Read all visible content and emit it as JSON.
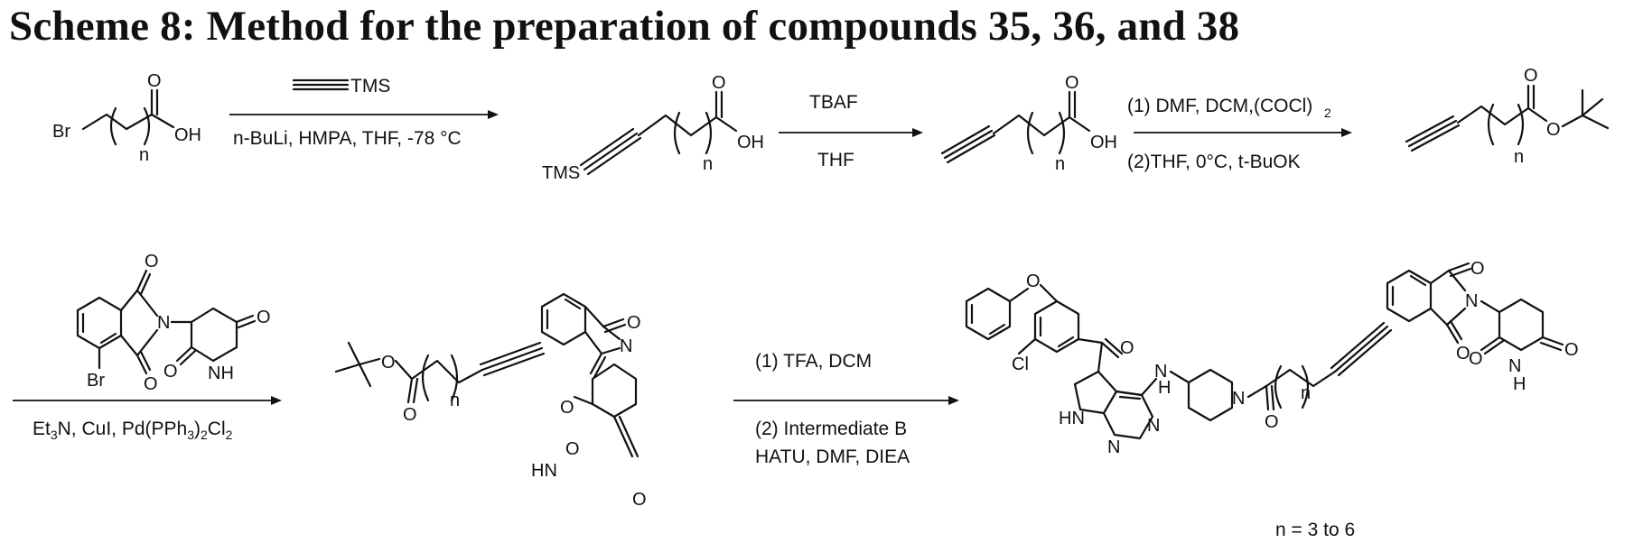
{
  "title": "Scheme 8: Method for the preparation of compounds 35, 36, and 38",
  "step1": {
    "above": "TMS",
    "below": "n-BuLi, HMPA, THF, -78 °C"
  },
  "step2": {
    "above": "TBAF",
    "below": "THF"
  },
  "step3": {
    "above": "(1) DMF, DCM,(COCl)",
    "above_sub": "2",
    "below": "(2)THF, 0°C, t-BuOK"
  },
  "step4": {
    "below_parts": [
      "Et",
      "3",
      "N, CuI, Pd(PPh",
      "3",
      ")",
      "2",
      "Cl",
      "2"
    ]
  },
  "step5": {
    "line1": "(1) TFA, DCM",
    "line2": "(2) Intermediate B",
    "line3": "HATU, DMF, DIEA"
  },
  "note": "n = 3 to 6",
  "atoms": {
    "Br": "Br",
    "O": "O",
    "OH": "OH",
    "n": "n",
    "TMS": "TMS",
    "N": "N",
    "NH": "NH",
    "HN": "HN",
    "Cl": "Cl",
    "H": "H"
  }
}
